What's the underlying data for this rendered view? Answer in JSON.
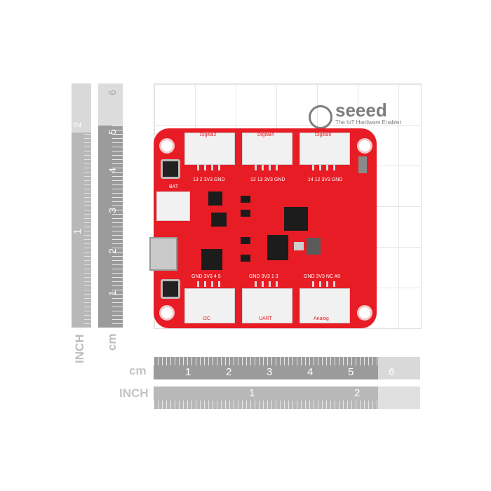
{
  "logo": {
    "brand": "seeed",
    "tagline": "The IoT Hardware Enabler"
  },
  "rulers": {
    "vertical_inch": {
      "label": "INCH",
      "numbers": [
        "2",
        "1"
      ]
    },
    "vertical_cm": {
      "label": "cm",
      "numbers": [
        "6",
        "5",
        "4",
        "3",
        "2",
        "1"
      ]
    },
    "horizontal_cm": {
      "label": "cm",
      "numbers": [
        "1",
        "2",
        "3",
        "4",
        "5",
        "6"
      ]
    },
    "horizontal_inch": {
      "label": "INCH",
      "numbers": [
        "1",
        "2"
      ]
    }
  },
  "board": {
    "top_connectors": [
      "Digital2",
      "Digital4",
      "Digital5"
    ],
    "top_pin_labels": [
      "13 2 3V3 GND",
      "12 13 3V3 GND",
      "14 12 3V3 GND"
    ],
    "bottom_connectors": [
      "I2C",
      "UART",
      "Analog"
    ],
    "bottom_pin_labels": [
      "GND 3V3 4 5",
      "GND 3V3 1 3",
      "GND 3V3 NC A0"
    ],
    "labels": {
      "battery": "BAT"
    }
  }
}
